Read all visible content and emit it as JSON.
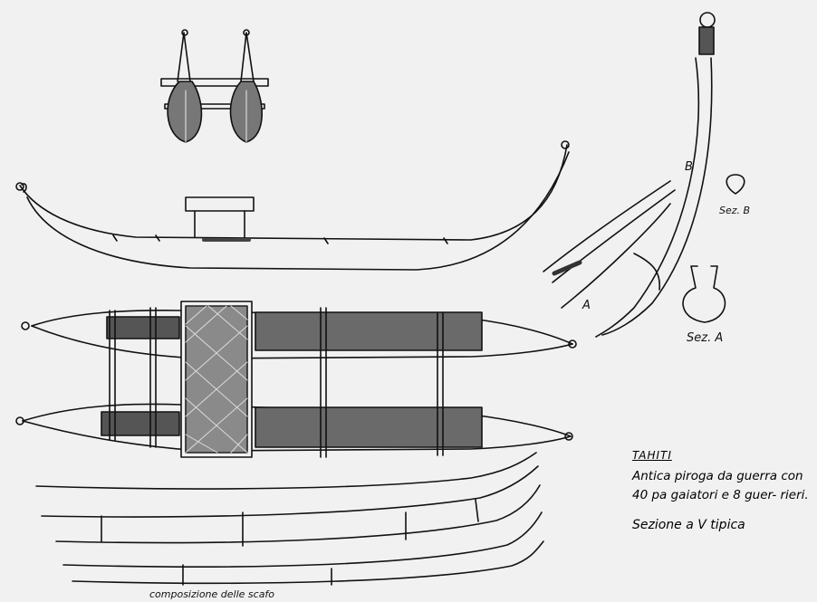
{
  "labels": {
    "marker_b": "B",
    "marker_a": "A",
    "section_b": "Sez. B",
    "section_a": "Sez. A",
    "planks_caption": "composizione delle scafo"
  },
  "caption": {
    "title": "TAHITI",
    "body": "Antica piroga da guerra con 40 pa gaiatori e 8 guer- rieri.",
    "note": "Sezione a V tipica"
  },
  "colors": {
    "paper": "#f1f1f1",
    "ink": "#111111"
  }
}
